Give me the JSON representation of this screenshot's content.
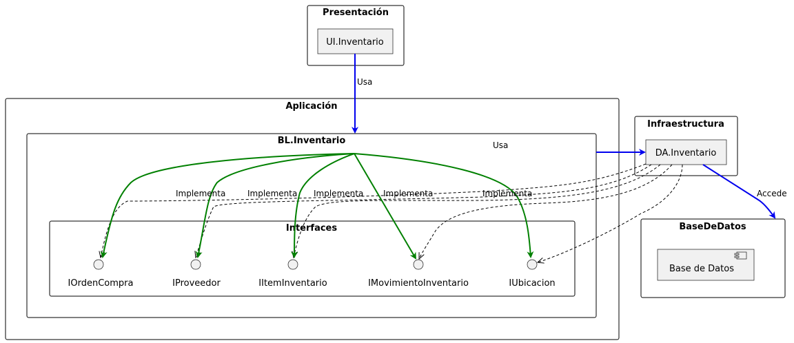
{
  "packages": {
    "presentacion": "Presentación",
    "aplicacion": "Aplicación",
    "bl_inventario": "BL.Inventario",
    "interfaces": "Interfaces",
    "infraestructura": "Infraestructura",
    "base_de_datos": "BaseDeDatos"
  },
  "components": {
    "ui_inventario": "UI.Inventario",
    "da_inventario": "DA.Inventario",
    "base_datos": "Base de Datos"
  },
  "interfaces": [
    "IOrdenCompra",
    "IProveedor",
    "IItemInventario",
    "IMovimientoInventario",
    "IUbicacion"
  ],
  "edges": {
    "ui_to_bl": "Usa",
    "bl_to_da": "Usa",
    "da_to_db": "Accede",
    "implementa": [
      "Implementa",
      "Implementa",
      "Implementa",
      "Implementa",
      "Implementa"
    ]
  },
  "colors": {
    "usa_edge": "#0000ee",
    "implementa_edge": "#008000",
    "dependency_edge": "#000000",
    "node_fill": "#f1f1f1"
  }
}
